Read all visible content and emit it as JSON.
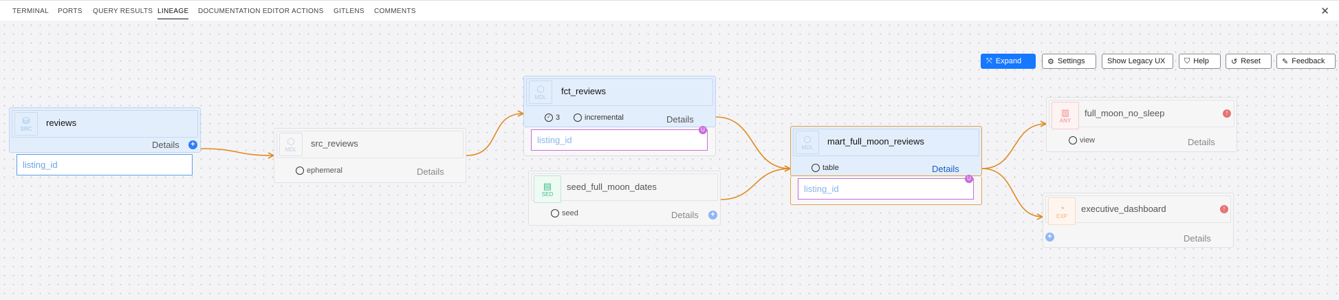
{
  "tabs": [
    {
      "label": "TERMINAL",
      "active": false
    },
    {
      "label": "PORTS",
      "active": false
    },
    {
      "label": "QUERY RESULTS",
      "active": false
    },
    {
      "label": "LINEAGE",
      "active": true
    },
    {
      "label": "DOCUMENTATION EDITOR",
      "active": false
    },
    {
      "label": "ACTIONS",
      "active": false
    },
    {
      "label": "GITLENS",
      "active": false
    },
    {
      "label": "COMMENTS",
      "active": false
    }
  ],
  "close_icon": "close-icon",
  "toolbar": {
    "expand": "Expand",
    "settings": "Settings",
    "legacy": "Show Legacy UX",
    "help": "Help",
    "reset": "Reset",
    "feedback": "Feedback"
  },
  "details_label": "Details",
  "colors": {
    "accent": "#1677ff",
    "edge": "#e08a1e",
    "source_badge": "#8fc6ea",
    "model_badge": "#b4cbe6",
    "seed_badge": "#3bbf86",
    "analysis_badge": "#f08a8a",
    "exposure_badge": "#f0b47a",
    "column_border_purple": "#c86dd7"
  },
  "nodes": {
    "reviews": {
      "badge": "SRC",
      "icon": "database-icon",
      "title": "reviews",
      "column": "listing_id"
    },
    "src_reviews": {
      "badge": "MDL",
      "icon": "cube-icon",
      "title": "src_reviews",
      "materialization": "ephemeral"
    },
    "fct_reviews": {
      "badge": "MDL",
      "icon": "cube-icon",
      "title": "fct_reviews",
      "tests": "3",
      "materialization": "incremental",
      "column": "listing_id"
    },
    "seed_full_moon_dates": {
      "badge": "SED",
      "icon": "file-icon",
      "title": "seed_full_moon_dates",
      "materialization": "seed"
    },
    "mart_full_moon_reviews": {
      "badge": "MDL",
      "icon": "cube-icon",
      "title": "mart_full_moon_reviews",
      "materialization": "table",
      "column": "listing_id"
    },
    "full_moon_no_sleep": {
      "badge": "ANY",
      "icon": "chart-icon",
      "title": "full_moon_no_sleep",
      "materialization": "view"
    },
    "executive_dashboard": {
      "badge": "EXP",
      "icon": "gauge-icon",
      "title": "executive_dashboard"
    }
  }
}
